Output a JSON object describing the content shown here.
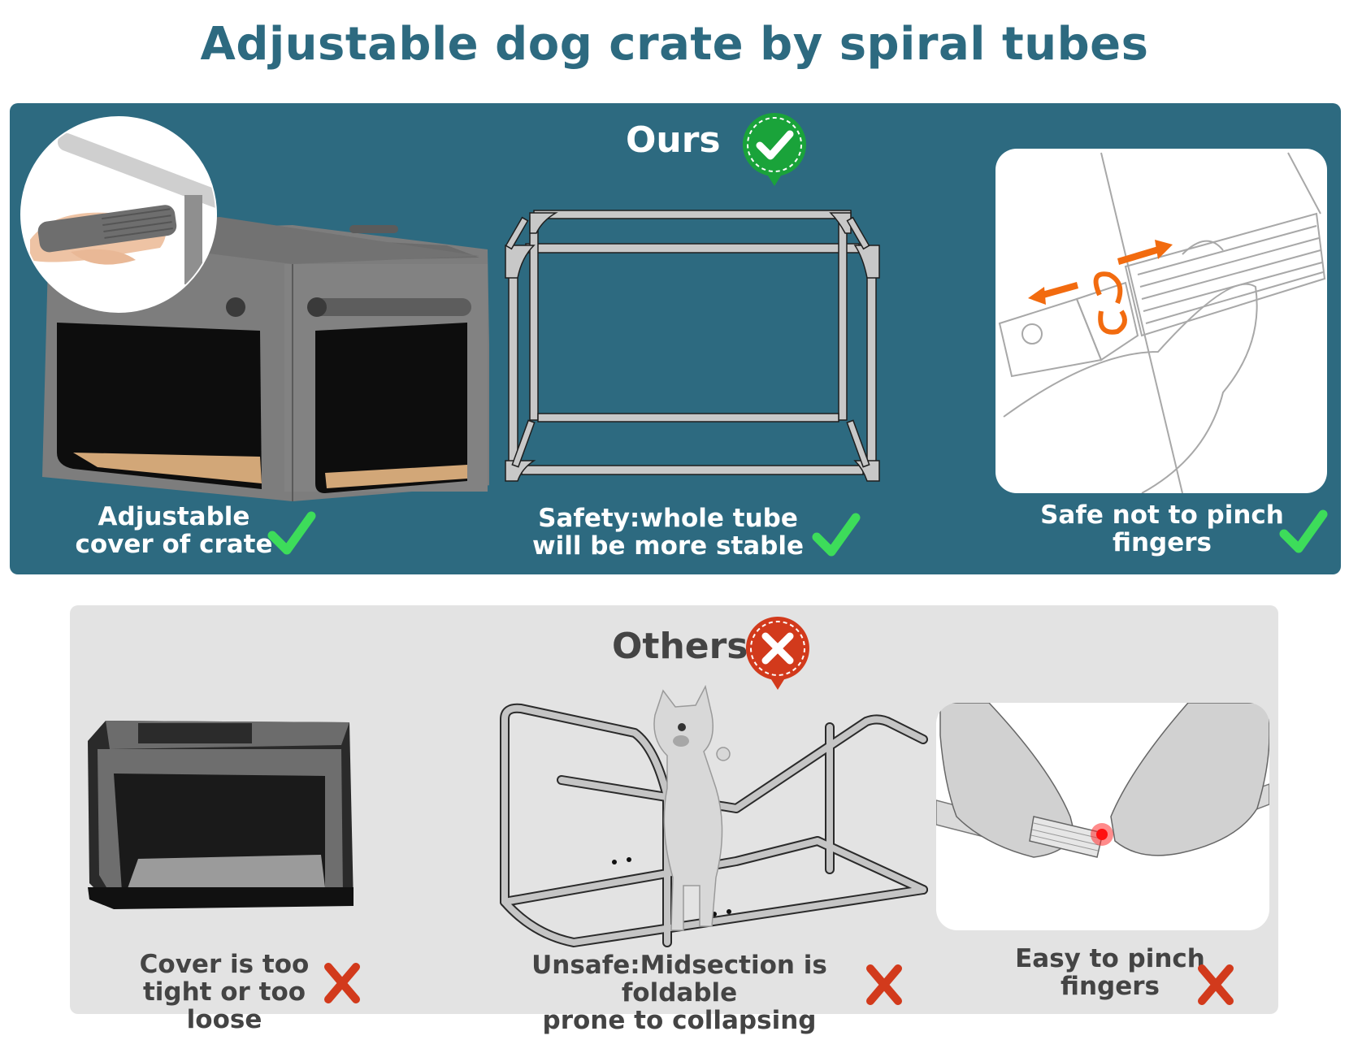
{
  "title": "Adjustable dog crate by spiral tubes",
  "colors": {
    "brand_teal": "#2d6a80",
    "others_bg": "#e3e3e3",
    "check_green": "#3ddc5a",
    "badge_green": "#1aa33a",
    "cross_red": "#d23a1c",
    "others_text": "#444444",
    "arrow_orange": "#f26b0f"
  },
  "ours": {
    "heading": "Ours",
    "badge_icon": "check-badge",
    "items": [
      {
        "image": "soft-crate-with-spiral-tube-inset",
        "caption_line1": "Adjustable",
        "caption_line2": "cover of crate",
        "mark_icon": "check-icon"
      },
      {
        "image": "rectangular-tube-frame",
        "caption_line1": "Safety:whole tube",
        "caption_line2": "will be more stable",
        "mark_icon": "check-icon"
      },
      {
        "image": "hand-twisting-spiral-tube-sketch",
        "caption_line1": "Safe not to pinch",
        "caption_line2": "fingers",
        "mark_icon": "check-icon"
      }
    ]
  },
  "others": {
    "heading": "Others",
    "badge_icon": "cross-badge",
    "items": [
      {
        "image": "black-soft-crate",
        "caption_line1": "Cover is too",
        "caption_line2": "tight or too loose",
        "mark_icon": "cross-icon"
      },
      {
        "image": "foldable-frame-with-dog",
        "caption_line1": "Unsafe:Midsection is foldable",
        "caption_line2": "prone to collapsing",
        "mark_icon": "cross-icon"
      },
      {
        "image": "hands-pinching-tube",
        "caption_line1": "Easy to pinch",
        "caption_line2": "fingers",
        "mark_icon": "cross-icon"
      }
    ]
  }
}
